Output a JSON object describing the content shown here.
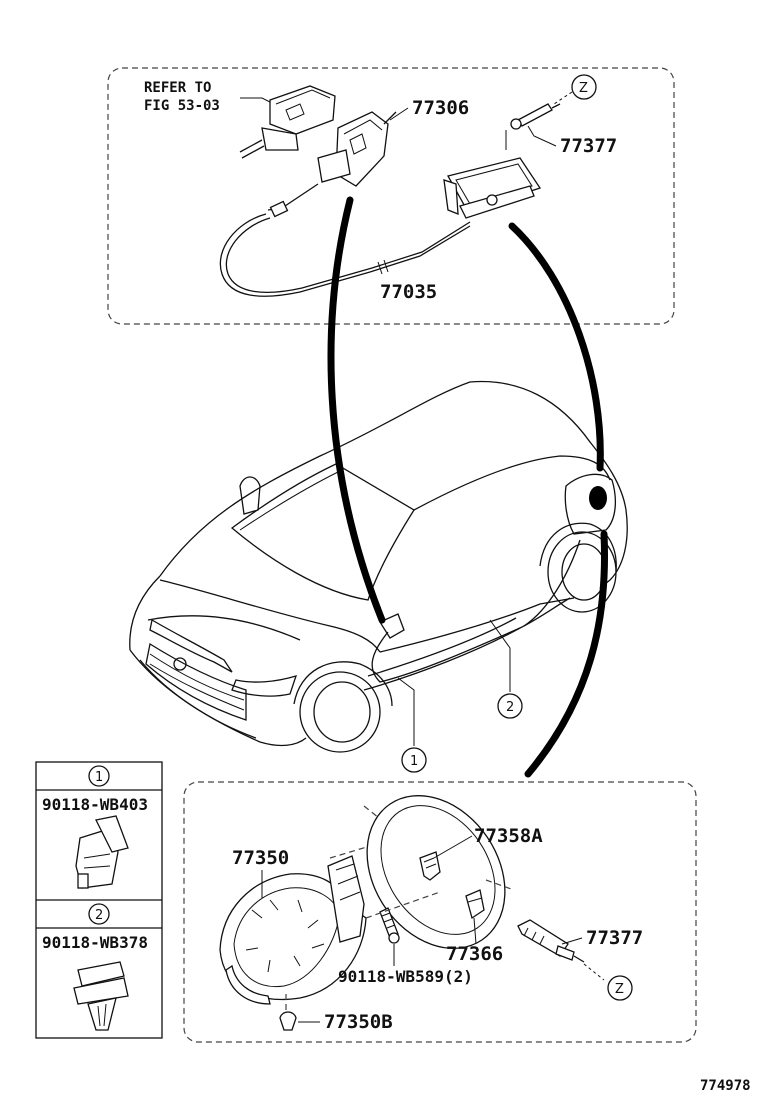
{
  "top_box": {
    "refer_line1": "REFER TO",
    "refer_line2": "FIG 53-03",
    "part_lever": "77306",
    "part_opener_cable_end": "77377",
    "part_cable": "77035",
    "ref_z": "Z"
  },
  "legend": {
    "item1": {
      "number": "1",
      "part": "90118-WB403"
    },
    "item2": {
      "number": "2",
      "part": "90118-WB378"
    }
  },
  "car_callouts": {
    "clip1": "1",
    "clip2": "2"
  },
  "bottom_box": {
    "part_housing": "77350",
    "part_lid_hinge": "77358A",
    "part_lid_spring": "77366",
    "part_lock": "77377",
    "part_screw": "90118-WB589(2)",
    "part_cushion": "77350B",
    "ref_z": "Z"
  },
  "figure_id": "774978"
}
